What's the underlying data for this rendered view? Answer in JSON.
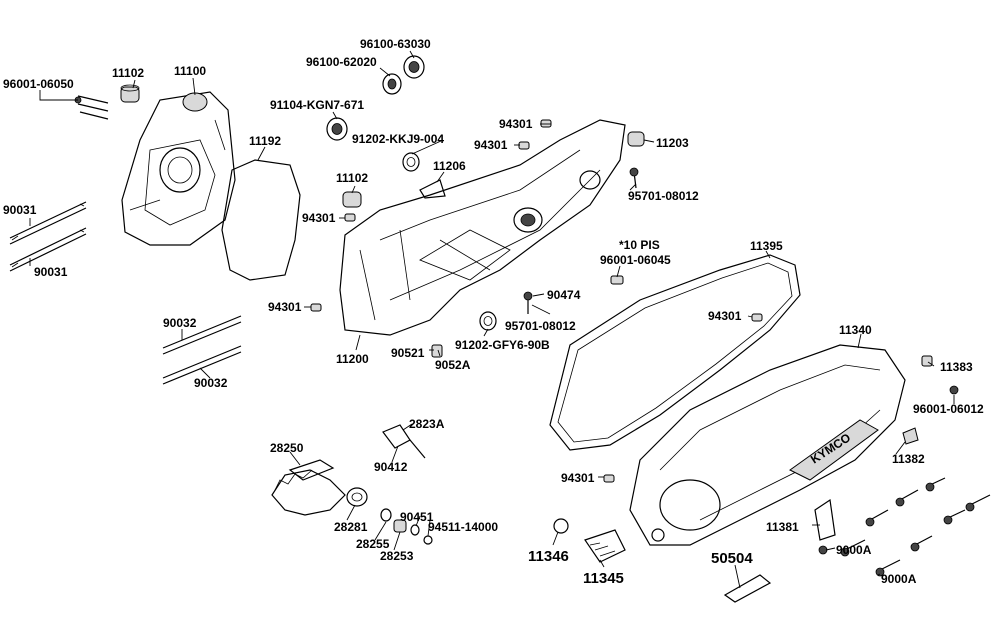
{
  "diagram": {
    "logo_text": "KYMCO",
    "labels": {
      "p96100_63030": "96100-63030",
      "p96100_62020": "96100-62020",
      "p96001_06050": "96001-06050",
      "p11102_a": "11102",
      "p11100": "11100",
      "p91104": "91104-KGN7-671",
      "p91202_kkj": "91202-KKJ9-004",
      "p11192": "11192",
      "p94301_a": "94301",
      "p94301_b": "94301",
      "p11203": "11203",
      "p11206": "11206",
      "p11102_b": "11102",
      "p95701_a": "95701-08012",
      "p90031_a": "90031",
      "p94301_c": "94301",
      "p90031_b": "90031",
      "p10pis": "*10 PIS",
      "p96001_06045": "96001-06045",
      "p11395": "11395",
      "p90474": "90474",
      "p94301_d": "94301",
      "p90032_a": "90032",
      "p95701_b": "95701-08012",
      "p94301_e": "94301",
      "p91202_gfy": "91202-GFY6-90B",
      "p11340": "11340",
      "p90521": "90521",
      "p11200": "11200",
      "p9052a": "9052A",
      "p90032_b": "90032",
      "p11383": "11383",
      "p96001_06012": "96001-06012",
      "p2823a": "2823A",
      "p28250": "28250",
      "p90412": "90412",
      "p11382": "11382",
      "p94301_f": "94301",
      "p90451": "90451",
      "p28281": "28281",
      "p94511": "94511-14000",
      "p28255": "28255",
      "p28253": "28253",
      "p11381": "11381",
      "p9000a_a": "9000A",
      "p11346": "11346",
      "p50504": "50504",
      "p11345": "11345",
      "p9000a_b": "9000A"
    }
  }
}
